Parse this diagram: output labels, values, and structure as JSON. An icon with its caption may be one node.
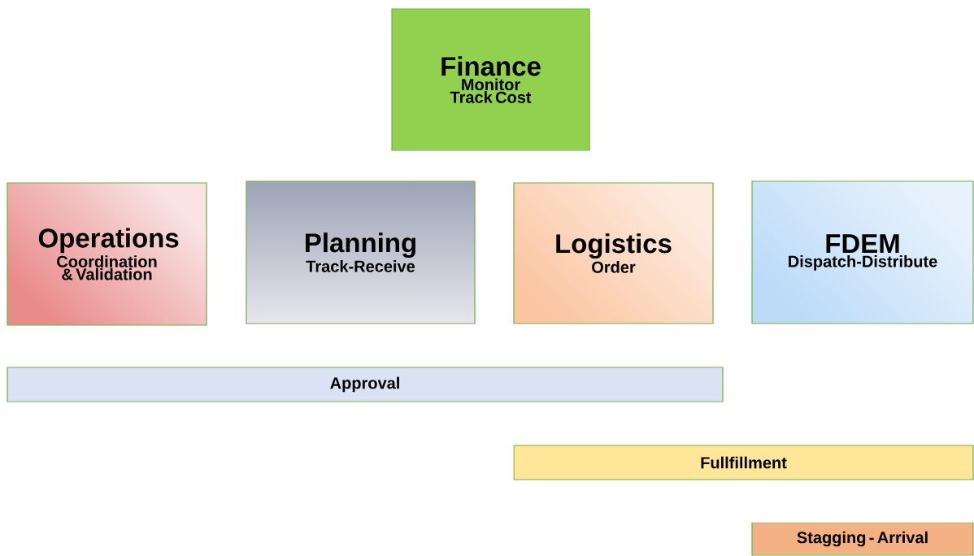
{
  "diagram": {
    "nodes": [
      {
        "text": [
          "Finance",
          "Monitor Track Cost"
        ]
      },
      {
        "text": [
          "Operations",
          "Coordination & Validation"
        ]
      },
      {
        "text": [
          "Planning",
          "Track-Receive"
        ]
      },
      {
        "text": [
          "Logistics",
          "Order"
        ]
      },
      {
        "text": [
          "FDEM",
          "Dispatch-Distribute"
        ]
      },
      {
        "text": [
          "Approval"
        ]
      },
      {
        "text": [
          "Fullfillment"
        ]
      },
      {
        "text": [
          "Stagging - Arrival"
        ]
      }
    ]
  }
}
